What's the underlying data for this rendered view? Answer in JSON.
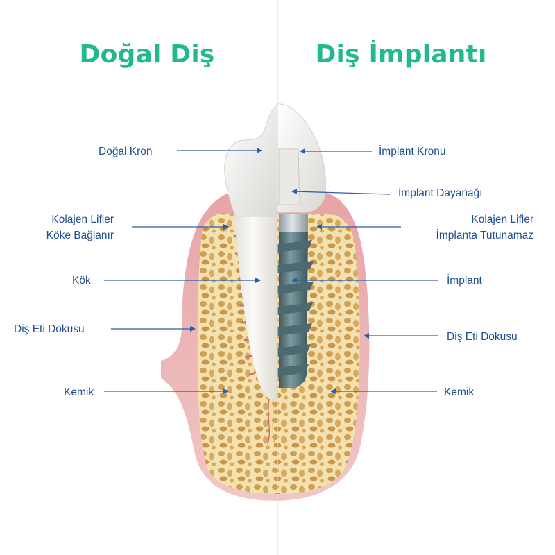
{
  "titles": {
    "left": "Doğal Diş",
    "right": "Diş İmplantı"
  },
  "labels": {
    "left": {
      "crown": "Doğal Kron",
      "fibers_line1": "Kolajen Lifler",
      "fibers_line2": "Köke Bağlanır",
      "root": "Kök",
      "gum": "Diş Eti Dokusu",
      "bone": "Kemik"
    },
    "right": {
      "crown": "İmplant Kronu",
      "abutment": "İmplant Dayanağı",
      "fibers_line1": "Kolajen Lifler",
      "fibers_line2": "İmplanta Tutunamaz",
      "implant": "İmplant",
      "gum": "Diş Eti Dokusu",
      "bone": "Kemik"
    }
  },
  "colors": {
    "title": "#22b98c",
    "label": "#1f4f8f",
    "leader": "#2a5ea8",
    "gum": "#e9a8aa",
    "bone": "#f3e2b3",
    "bone_pore": "#c99a4e",
    "tooth": "#f2f0ea",
    "implant_metal": "#5f7f84"
  }
}
